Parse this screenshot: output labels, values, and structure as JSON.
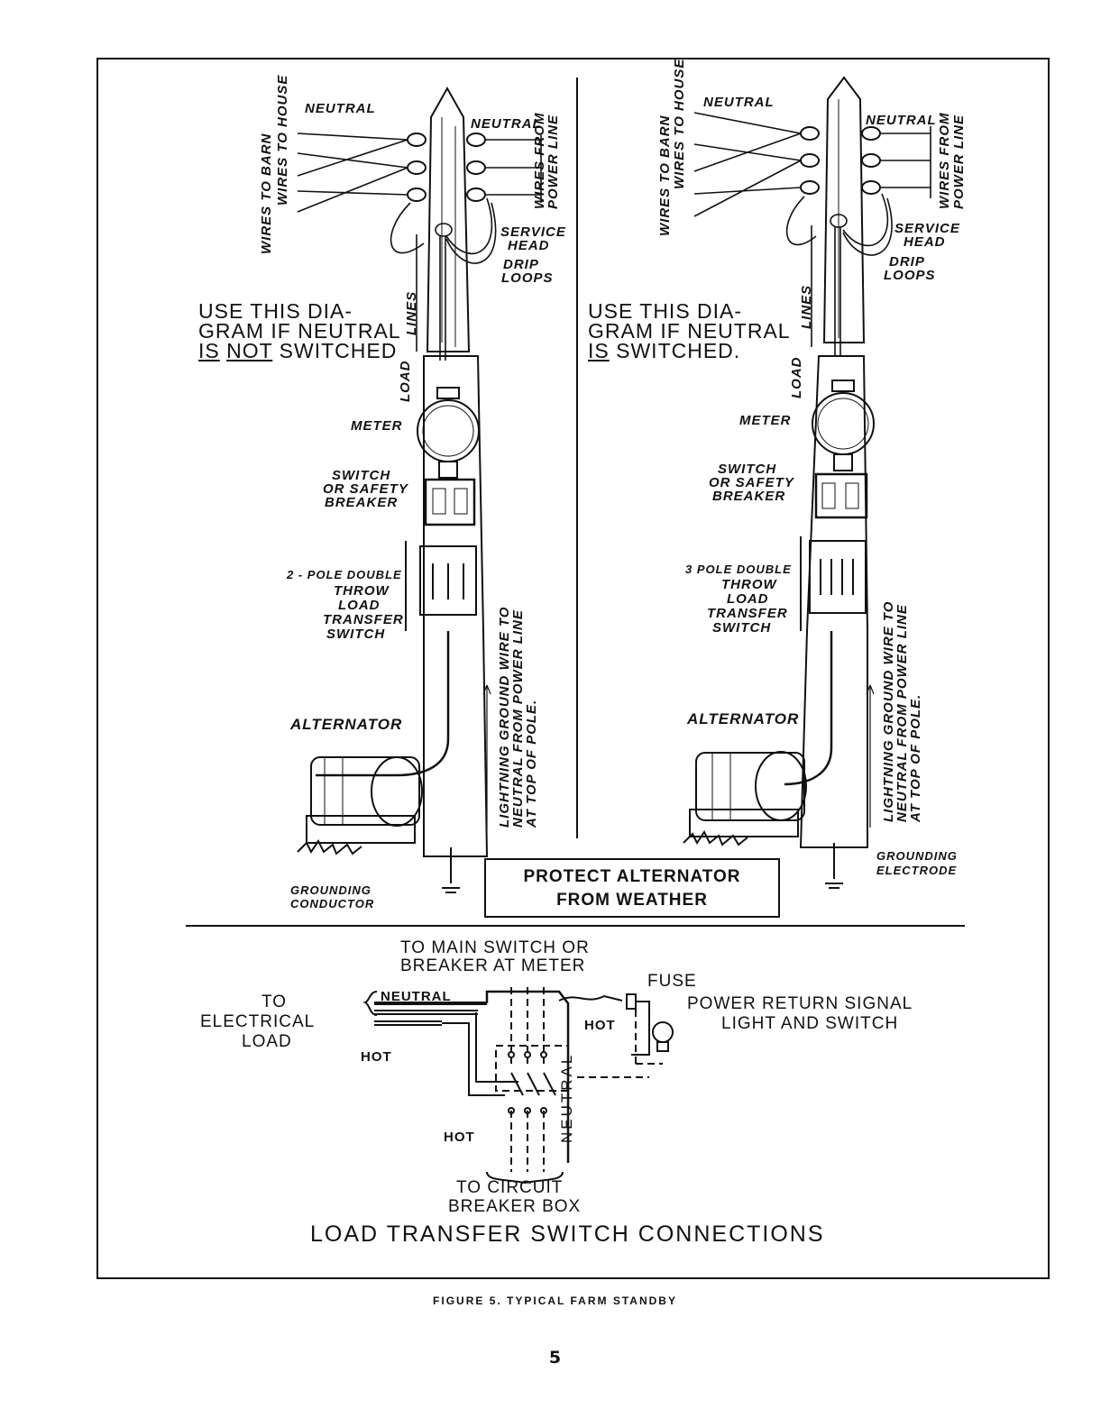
{
  "left": {
    "neutral_top": "NEUTRAL",
    "neutral_right": "NEUTRAL",
    "wires_to_barn": "WIRES TO BARN",
    "wires_to_house": "WIRES TO HOUSE",
    "wires_from": "WIRES FROM",
    "power_line": "POWER LINE",
    "service": "SERVICE",
    "head": "HEAD",
    "drip": "DRIP",
    "loops": "LOOPS",
    "lines": "LINES",
    "use_line1": "USE THIS DIA-",
    "use_line2": "GRAM IF NEUTRAL",
    "use_is": "IS",
    "use_not": "NOT",
    "use_switched": "SWITCHED",
    "load": "LOAD",
    "meter": "METER",
    "switch1": "SWITCH",
    "switch2": "OR SAFETY",
    "switch3": "BREAKER",
    "lts1": "2 - POLE DOUBLE",
    "lts2": "THROW",
    "lts3": "LOAD",
    "lts4": "TRANSFER",
    "lts5": "SWITCH",
    "alternator": "ALTERNATOR",
    "grounding": "GROUNDING",
    "conductor": "CONDUCTOR",
    "lightning1": "LIGHTNING GROUND WIRE TO",
    "lightning2": "NEUTRAL FROM POWER LINE",
    "lightning3": "AT TOP OF POLE."
  },
  "right": {
    "neutral_top": "NEUTRAL",
    "neutral_right": "NEUTRAL",
    "wires_to_barn": "WIRES TO BARN",
    "wires_to_house": "WIRES TO HOUSE",
    "wires_from": "WIRES FROM",
    "power_line": "POWER LINE",
    "service": "SERVICE",
    "head": "HEAD",
    "drip": "DRIP",
    "loops": "LOOPS",
    "lines": "LINES",
    "use_line1": "USE THIS DIA-",
    "use_line2": "GRAM IF NEUTRAL",
    "use_is": "IS",
    "use_switched": "SWITCHED.",
    "load": "LOAD",
    "meter": "METER",
    "switch1": "SWITCH",
    "switch2": "OR SAFETY",
    "switch3": "BREAKER",
    "lts1": "3 POLE DOUBLE",
    "lts2": "THROW",
    "lts3": "LOAD",
    "lts4": "TRANSFER",
    "lts5": "SWITCH",
    "alternator": "ALTERNATOR",
    "grounding": "GROUNDING",
    "electrode": "ELECTRODE",
    "lightning1": "LIGHTNING GROUND WIRE TO",
    "lightning2": "NEUTRAL FROM POWER LINE",
    "lightning3": "AT TOP OF POLE."
  },
  "protect": {
    "line1": "PROTECT ALTERNATOR",
    "line2": "FROM WEATHER"
  },
  "bottom": {
    "to_main1": "TO MAIN SWITCH OR",
    "to_main2": "BREAKER AT METER",
    "fuse": "FUSE",
    "to": "TO",
    "electrical": "ELECTRICAL",
    "load": "LOAD",
    "neutral": "NEUTRAL",
    "hot_left": "HOT",
    "hot_right": "HOT",
    "hot_bottom": "HOT",
    "neutral_vertical": "NEUTRAL",
    "power_return1": "POWER RETURN SIGNAL",
    "power_return2": "LIGHT AND SWITCH",
    "to_circuit1": "TO CIRCUIT",
    "to_circuit2": "BREAKER BOX",
    "title": "LOAD TRANSFER SWITCH CONNECTIONS"
  },
  "caption": "FIGURE 5. TYPICAL FARM STANDBY",
  "page_number": "5"
}
